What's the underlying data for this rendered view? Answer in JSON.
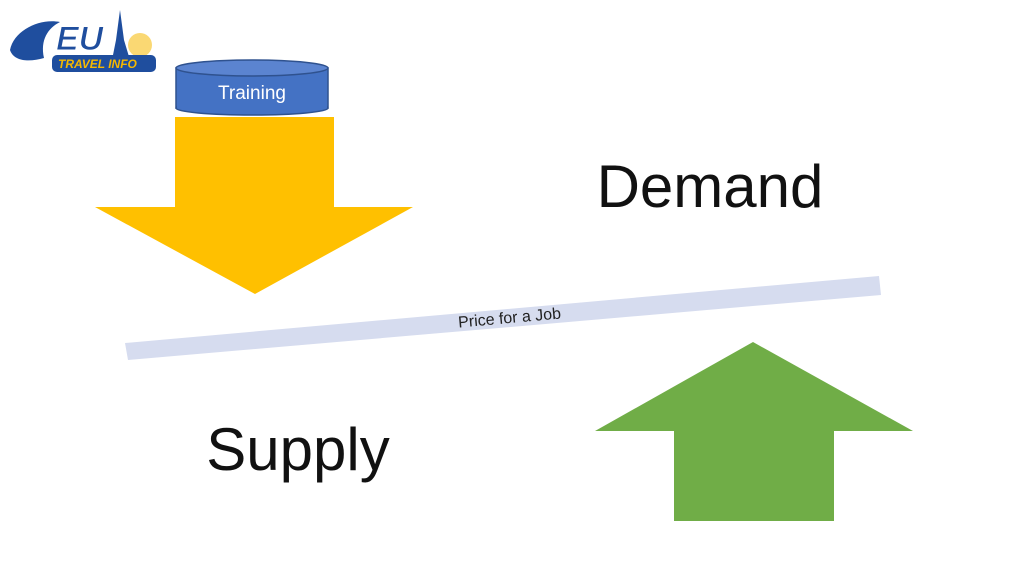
{
  "logo": {
    "main": "EU",
    "sub": "TRAVEL INFO"
  },
  "training": {
    "label": "Training"
  },
  "demand": {
    "label": "Demand"
  },
  "supply": {
    "label": "Supply"
  },
  "beam": {
    "label": "Price for a Job"
  },
  "colors": {
    "down_arrow": "#FFC000",
    "up_arrow": "#70AD47",
    "cylinder": "#4472C4",
    "beam": "#D6DCEF",
    "logo_blue": "#1F4E9E",
    "logo_gold": "#F5B800"
  }
}
